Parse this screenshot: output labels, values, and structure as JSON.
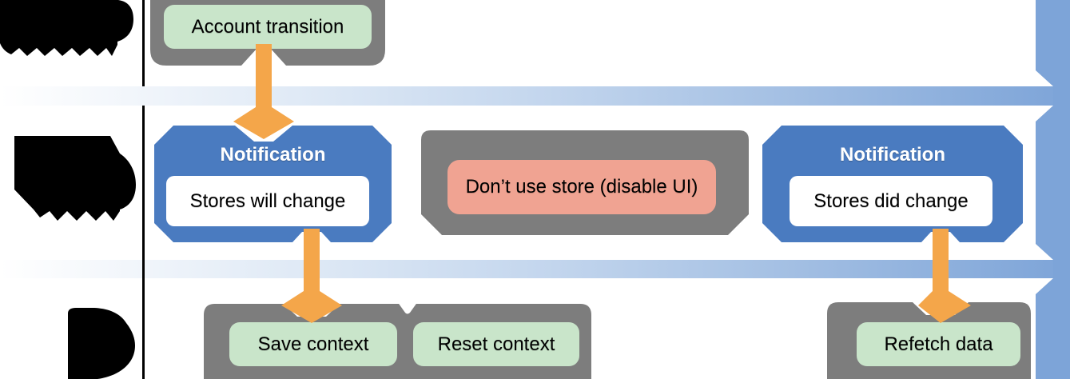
{
  "colors": {
    "container_gray": "#7d7d7d",
    "notification_blue": "#4a7bc0",
    "action_green": "#c9e5ca",
    "warning_salmon": "#f0a392",
    "arrow_orange": "#f4a64a",
    "flow_bar_blue": "#7da4d8",
    "lane_line_black": "#000000"
  },
  "nodes": {
    "account_transition": {
      "label": "Account transition"
    },
    "notification_will_change": {
      "title": "Notification",
      "label": "Stores will change"
    },
    "dont_use_store": {
      "label": "Don’t use store (disable UI)"
    },
    "notification_did_change": {
      "title": "Notification",
      "label": "Stores did change"
    },
    "save_context": {
      "label": "Save context"
    },
    "reset_context": {
      "label": "Reset context"
    },
    "refetch_data": {
      "label": "Refetch data"
    }
  }
}
